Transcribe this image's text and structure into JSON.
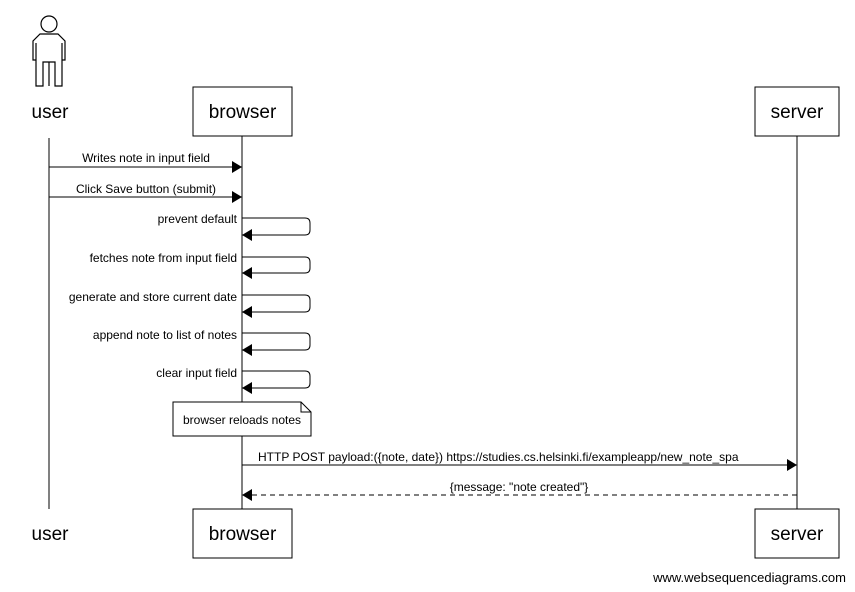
{
  "participants": {
    "user": "user",
    "browser": "browser",
    "server": "server"
  },
  "messages": [
    {
      "from": "user",
      "to": "browser",
      "label": "Writes note in input field",
      "style": "solid"
    },
    {
      "from": "user",
      "to": "browser",
      "label": "Click Save button (submit)",
      "style": "solid"
    },
    {
      "from": "browser",
      "to": "browser",
      "label": "prevent default",
      "style": "solid"
    },
    {
      "from": "browser",
      "to": "browser",
      "label": "fetches note from input field",
      "style": "solid"
    },
    {
      "from": "browser",
      "to": "browser",
      "label": "generate and store current date",
      "style": "solid"
    },
    {
      "from": "browser",
      "to": "browser",
      "label": "append note to list of notes",
      "style": "solid"
    },
    {
      "from": "browser",
      "to": "browser",
      "label": "clear input field",
      "style": "solid"
    },
    {
      "from": "browser",
      "to": "server",
      "label": "HTTP POST payload:({note, date}) https://studies.cs.helsinki.fi/exampleapp/new_note_spa",
      "style": "solid"
    },
    {
      "from": "server",
      "to": "browser",
      "label": "{message: \"note created\"}",
      "style": "dashed"
    }
  ],
  "note": {
    "over": "browser",
    "text": "browser reloads notes"
  },
  "footer": "www.websequencediagrams.com",
  "colors": {
    "line": "#000000",
    "background": "#ffffff"
  }
}
